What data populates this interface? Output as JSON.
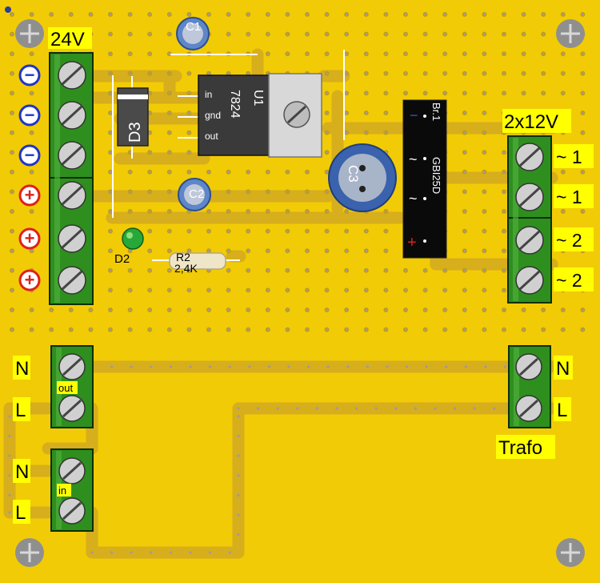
{
  "board": {
    "colors": {
      "pcb": "#f2cb07",
      "track": "#d7ae1c",
      "pad": "#c9a40c",
      "hole": "#8f8f8f",
      "terminal": "#2e8f1e",
      "screw": "#d0d0d0",
      "label_bg": "#ffff00"
    }
  },
  "power_terminal": {
    "voltage_label": "24V",
    "pins": [
      {
        "polarity": "minus",
        "symbol": "−"
      },
      {
        "polarity": "minus",
        "symbol": "−"
      },
      {
        "polarity": "minus",
        "symbol": "−"
      },
      {
        "polarity": "plus",
        "symbol": "+"
      },
      {
        "polarity": "plus",
        "symbol": "+"
      },
      {
        "polarity": "plus",
        "symbol": "+"
      }
    ]
  },
  "secondary_terminal": {
    "voltage_label": "2x12V",
    "pin_labels": [
      "~ 1",
      "~ 1",
      "~ 2",
      "~ 2"
    ]
  },
  "mains_out_terminal": {
    "tag": "out",
    "pin_labels": [
      "N",
      "L"
    ]
  },
  "mains_in_terminal": {
    "tag": "in",
    "pin_labels": [
      "N",
      "L"
    ]
  },
  "trafo_terminal": {
    "title": "Trafo",
    "pin_labels": [
      "N",
      "L"
    ]
  },
  "components": {
    "c1": {
      "ref": "C1"
    },
    "c2": {
      "ref": "C2"
    },
    "c3": {
      "ref": "C3"
    },
    "d3": {
      "ref": "D3"
    },
    "d2": {
      "ref": "D2"
    },
    "r2": {
      "ref": "R2",
      "value": "2,4K"
    },
    "u1": {
      "ref": "U1",
      "part": "7824",
      "pins": [
        "in",
        "gnd",
        "out"
      ]
    },
    "br1": {
      "ref": "Br.1",
      "part": "GBI25D",
      "symbols": [
        "−",
        "~",
        "~",
        "+"
      ]
    }
  }
}
